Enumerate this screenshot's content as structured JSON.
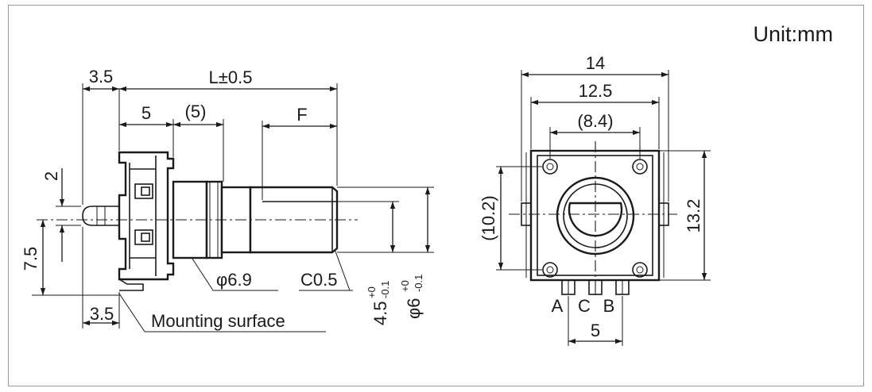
{
  "unit_label": "Unit:mm",
  "side_view": {
    "dim_3_5_top": "3.5",
    "dim_L": "L±0.5",
    "dim_5": "5",
    "dim_5_paren": "(5)",
    "dim_F": "F",
    "dim_2": "2",
    "dim_7_5": "7.5",
    "dim_3_5_bottom": "3.5",
    "phi_6_9": "φ6.9",
    "chamfer": "C0.5",
    "dia_4_5": "4.5",
    "dia_4_5_tol_upper": "+0",
    "dia_4_5_tol_lower": "-0.1",
    "dia_6": "φ6",
    "dia_6_tol_upper": "+0",
    "dia_6_tol_lower": "-0.1",
    "mounting_surface": "Mounting surface"
  },
  "front_view": {
    "dim_14": "14",
    "dim_12_5": "12.5",
    "dim_8_4": "(8.4)",
    "dim_10_2": "(10.2)",
    "dim_13_2": "13.2",
    "dim_5": "5",
    "pin_a": "A",
    "pin_c": "C",
    "pin_b": "B"
  }
}
